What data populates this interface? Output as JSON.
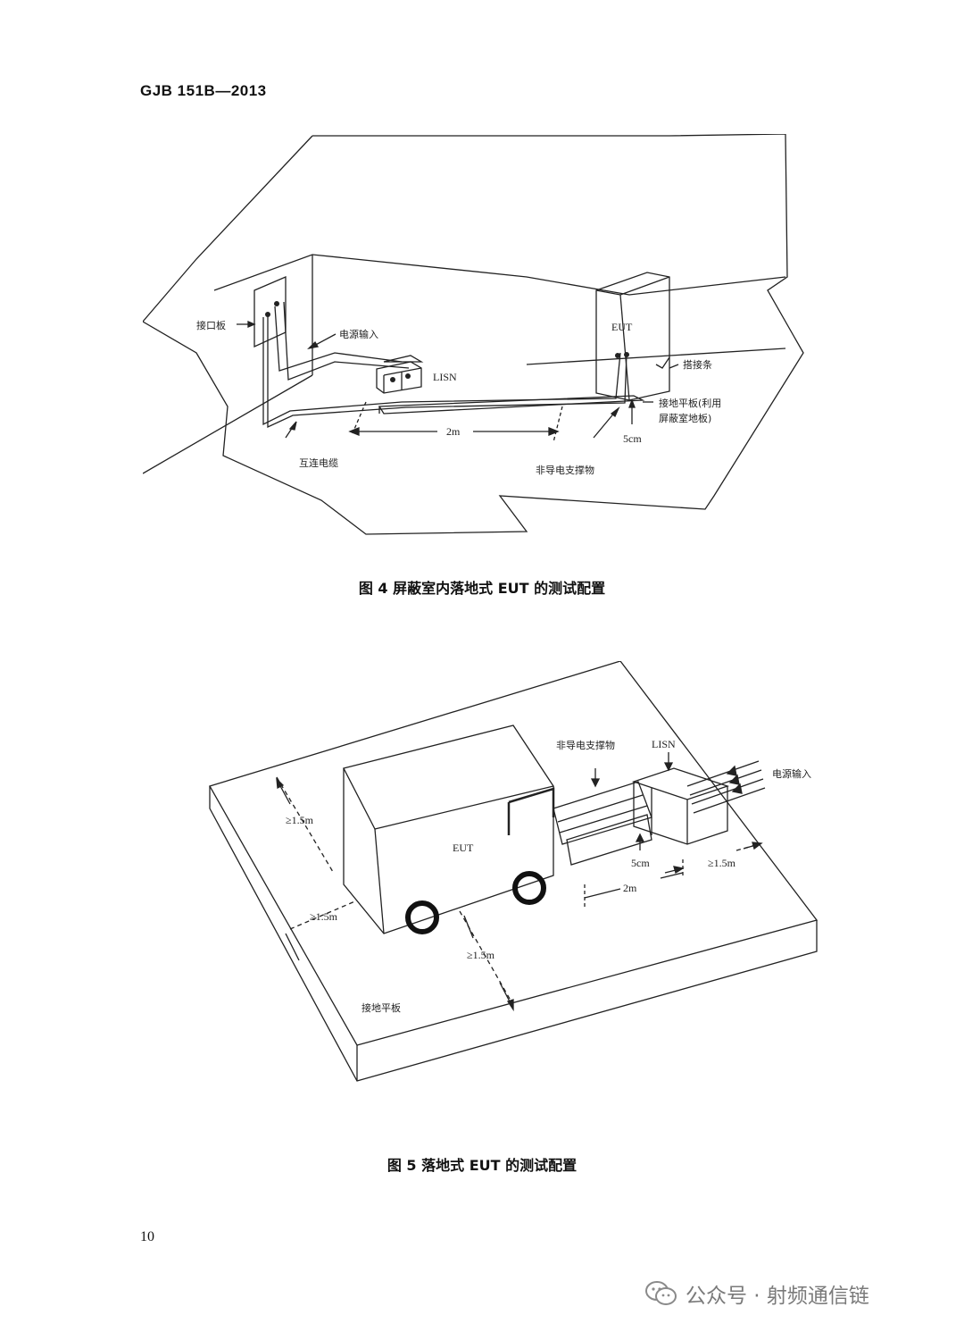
{
  "header": {
    "standard_code": "GJB 151B—2013"
  },
  "figure4": {
    "caption": "图 4   屏蔽室内落地式 EUT 的测试配置",
    "labels": {
      "interface_panel": "接口板",
      "power_input": "电源输入",
      "lisn": "LISN",
      "eut": "EUT",
      "bond_strap": "搭接条",
      "ground_plane_line1": "接地平板(利用",
      "ground_plane_line2": "屏蔽室地板)",
      "interconnect_cable": "互连电缆",
      "distance_2m": "2m",
      "height_5cm": "5cm",
      "nonconductive_support": "非导电支撑物"
    }
  },
  "figure5": {
    "caption": "图 5   落地式 EUT 的测试配置",
    "labels": {
      "nonconductive_support": "非导电支撑物",
      "lisn": "LISN",
      "power_input": "电源输入",
      "eut": "EUT",
      "clearance_left_top": "≥1.5m",
      "clearance_left": "≥1.5m",
      "clearance_front": "≥1.5m",
      "clearance_right": "≥1.5m",
      "height_5cm": "5cm",
      "distance_2m": "2m",
      "ground_plane": "接地平板"
    }
  },
  "footer": {
    "page_number": "10",
    "watermark_text": "公众号 · 射频通信链"
  }
}
